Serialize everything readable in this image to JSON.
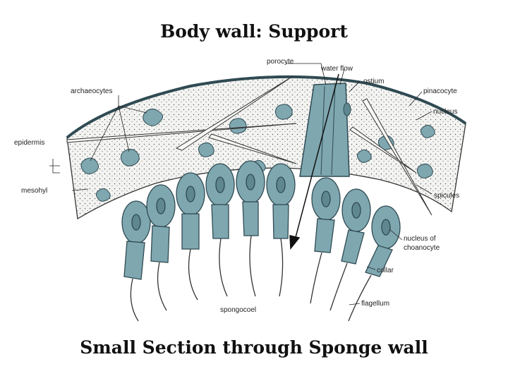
{
  "title": "Body wall: Support",
  "caption": "Small Section through Sponge wall",
  "labels": {
    "porocyte": "porocyte",
    "water_flow": "water flow",
    "ostium": "ostium",
    "archaeocytes": "archaeocytes",
    "pinacocyte": "pinacocyte",
    "nucleus": "nucleus",
    "epidermis": "epidermis",
    "mesohyl": "mesohyl",
    "spicules": "spicules",
    "nucleus_of": "nucleus of",
    "choanocyte": "choanocyte",
    "collar": "collar",
    "spongocoel": "spongocoel",
    "flagellum": "flagellum"
  },
  "colors": {
    "cell_fill": "#7fa7b0",
    "cell_stroke": "#2f4a52",
    "mesohyl_fill": "#f3f4f2",
    "ink": "#222222"
  }
}
